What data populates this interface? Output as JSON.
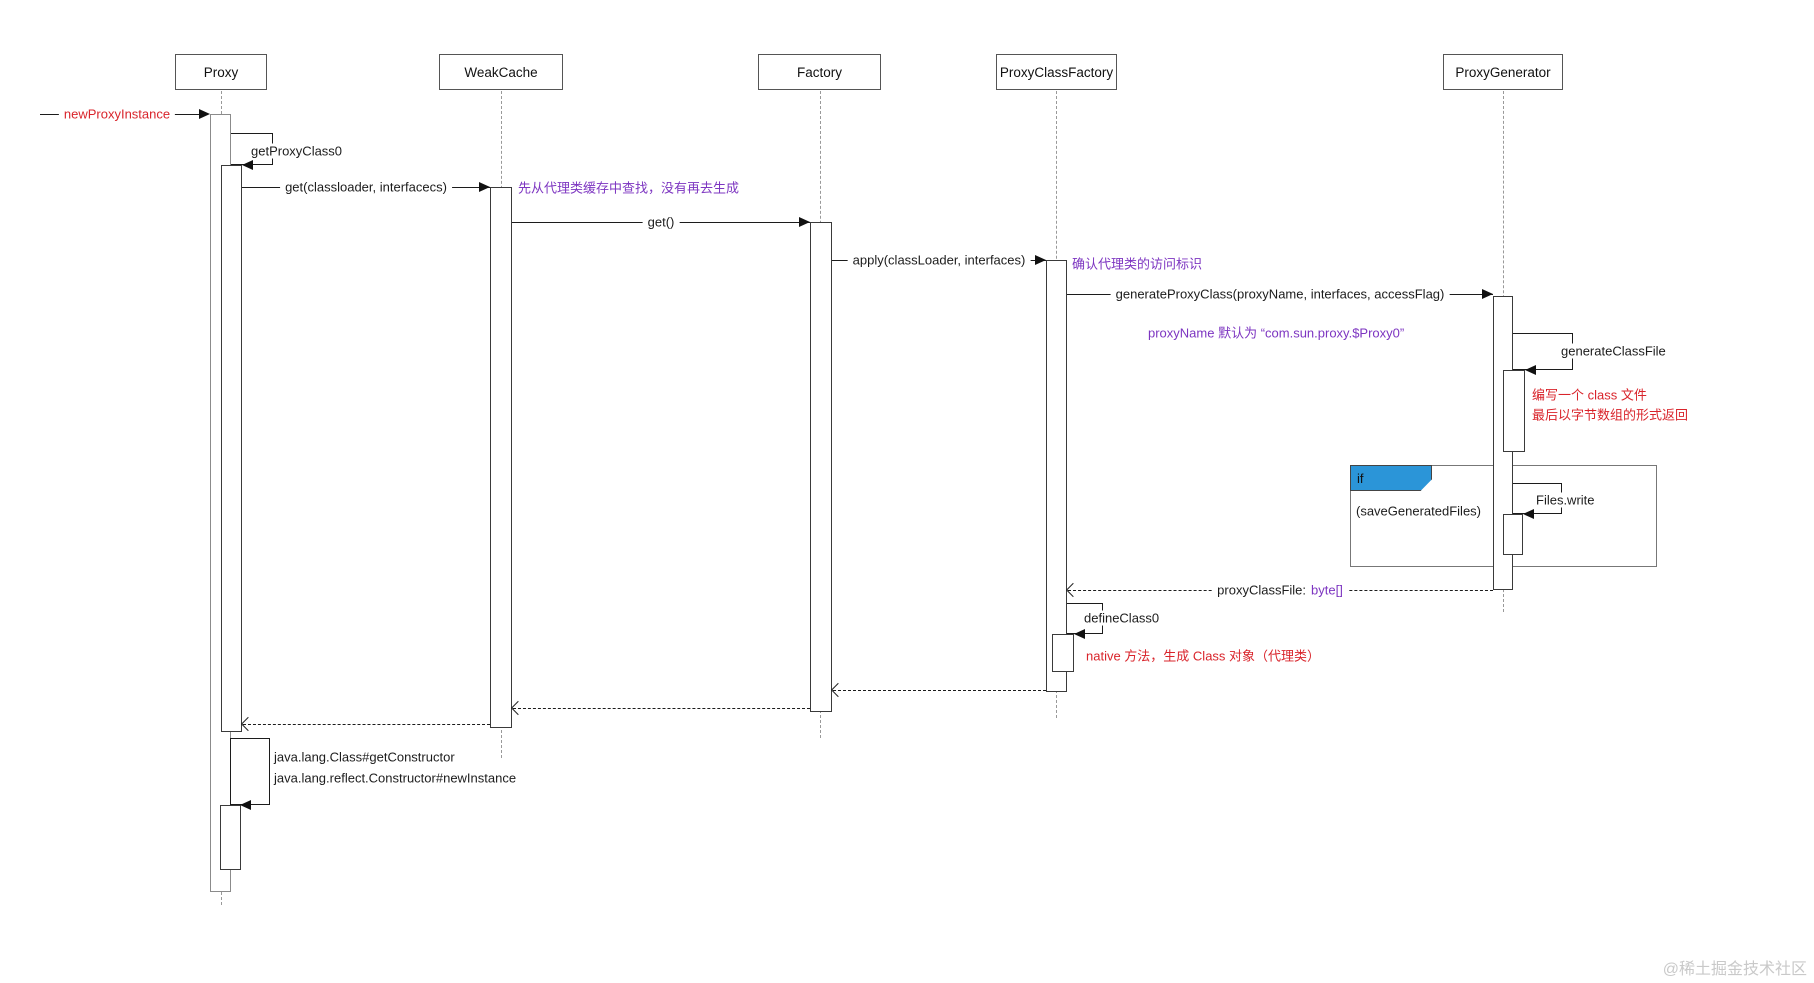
{
  "diagram": {
    "title_context": "JDK dynamic proxy sequence diagram",
    "actors": [
      {
        "name": "Proxy"
      },
      {
        "name": "WeakCache"
      },
      {
        "name": "Factory"
      },
      {
        "name": "ProxyClassFactory"
      },
      {
        "name": "ProxyGenerator"
      }
    ],
    "messages": {
      "new_proxy_instance": "newProxyInstance",
      "get_proxy_class": "getProxyClass0",
      "get_cache": "get(classloader, interfacecs)",
      "get": "get()",
      "apply": "apply(classLoader, interfaces)",
      "generate_proxy_class": "generateProxyClass(proxyName, interfaces, accessFlag)",
      "generate_class_file": "generateClassFile",
      "files_write": "Files.write",
      "proxy_class_file_label": "proxyClassFile:",
      "proxy_class_file_type": "byte[]",
      "define_class": "defineClass0",
      "get_constructor": "java.lang.Class#getConstructor",
      "new_instance": "java.lang.reflect.Constructor#newInstance"
    },
    "notes": {
      "cache_lookup": "先从代理类缓存中查找，没有再去生成",
      "access_flag": "确认代理类的访问标识",
      "proxy_name": "proxyName 默认为 “com.sun.proxy.$Proxy0”",
      "class_file_line1": "编写一个 class 文件",
      "class_file_line2": "最后以字节数组的形式返回",
      "native_method": "native 方法，生成 Class 对象（代理类）"
    },
    "fragment": {
      "operator": "if",
      "guard": "(saveGeneratedFiles)"
    },
    "colors": {
      "note_purple": "#7d35c1",
      "note_red": "#d9242b",
      "if_tag_blue": "#2b95d8"
    },
    "watermark": "@稀土掘金技术社区"
  }
}
